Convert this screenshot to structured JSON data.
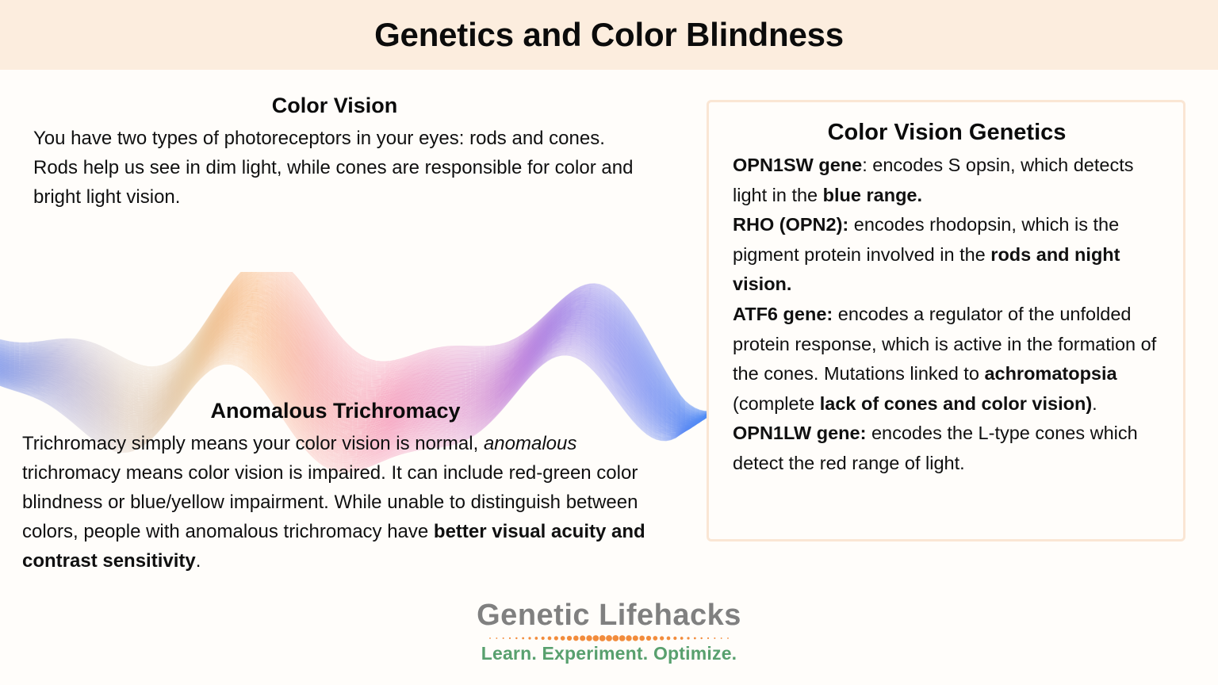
{
  "banner": {
    "title": "Genetics and Color Blindness",
    "background_color": "#FCEDDE"
  },
  "left": {
    "color_vision": {
      "heading": "Color Vision",
      "paragraph": "You have two types of photoreceptors in your eyes: rods and cones. Rods help us see in dim light, while cones are responsible for color and bright light vision."
    },
    "anomalous": {
      "heading": "Anomalous Trichromacy",
      "part1": "Trichromacy simply means your color vision is normal, ",
      "italic": "anomalous",
      "part2": " trichromacy means color vision is impaired. It can include red-green color blindness or blue/yellow impairment. While unable to distinguish between colors, people with anomalous trichromacy have ",
      "bold": "better visual acuity and contrast sensitivity",
      "part3": "."
    }
  },
  "wave": {
    "name": "color-spectrum-wave",
    "stops": [
      "#7B93E8",
      "#C9B9C8",
      "#E8CFAE",
      "#F7A867",
      "#F28A8A",
      "#F06CA6",
      "#C77BD8",
      "#9B7BE8",
      "#5B8DF0"
    ]
  },
  "panel": {
    "title": "Color Vision Genetics",
    "border_color": "#FAE6D4",
    "genes": [
      {
        "name": "OPN1SW gene",
        "sep": ": ",
        "text1": "encodes S opsin, which detects light in the ",
        "bold": "blue range.",
        "text2": ""
      },
      {
        "name": "RHO (OPN2):",
        "sep": " ",
        "text1": "encodes rhodopsin, which is the pigment protein involved in the ",
        "bold": "rods and night vision.",
        "text2": ""
      },
      {
        "name": "ATF6 gene:",
        "sep": " ",
        "text1": "encodes a regulator of the unfolded protein response, which is active in the formation of the cones. Mutations linked to ",
        "bold": "achromatopsia",
        "text2": " (complete ",
        "bold2": "lack of cones and color vision)",
        "text3": "."
      },
      {
        "name": "OPN1LW gene:",
        "sep": " ",
        "text1": "encodes the L-type cones which detect the red range of light.",
        "bold": "",
        "text2": ""
      }
    ]
  },
  "logo": {
    "name": "Genetic Lifehacks",
    "tagline": "Learn. Experiment. Optimize.",
    "name_color": "#808080",
    "tagline_color": "#58A06E",
    "dot_color": "#F28C3C"
  }
}
